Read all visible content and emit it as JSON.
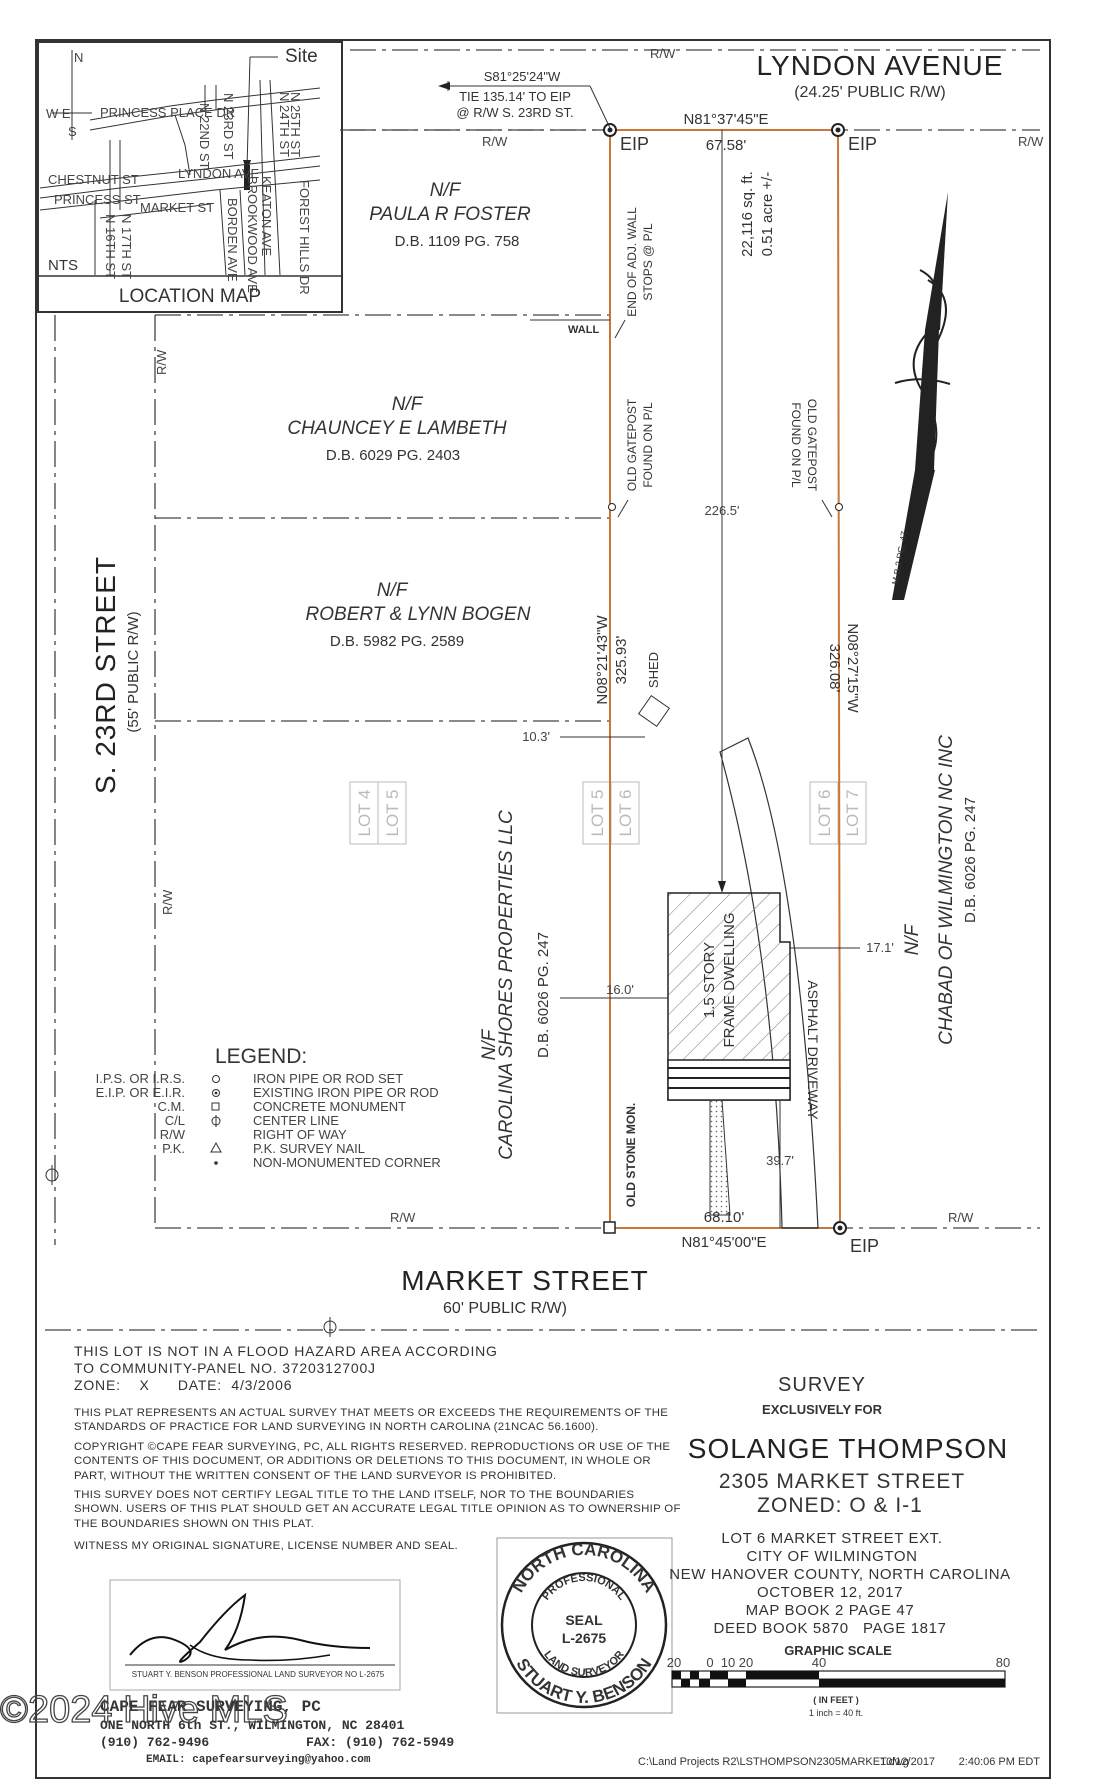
{
  "streets": {
    "lyndon": "LYNDON AVENUE",
    "lyndon_rw": "(24.25' PUBLIC R/W)",
    "s23rd": "S. 23RD STREET",
    "s23rd_rw": "(55' PUBLIC R/W)",
    "market": "MARKET STREET",
    "market_rw": "60' PUBLIC R/W)"
  },
  "rw_label": "R/W",
  "location_map": {
    "title": "LOCATION MAP",
    "site": "Site",
    "nts": "NTS",
    "north": "N",
    "west_east": "W    E",
    "south": "S",
    "streets": [
      "PRINCESS PLACE DR",
      "N 23RD ST",
      "N 22ND ST",
      "N 25TH ST",
      "N 24TH ST",
      "CHESTNUT ST",
      "PRINCESS ST",
      "LYNDON AVE",
      "MARKET ST",
      "N 16TH ST",
      "N 17TH ST",
      "BORDEN AVE",
      "BROOKWOOD AVE",
      "KEATON AVE",
      "FOREST HILLS DR"
    ]
  },
  "survey": {
    "tie_bearing": "S81°25'24\"W",
    "tie_text_1": "TIE 135.14' TO EIP",
    "tie_text_2": "@ R/W S. 23RD ST.",
    "north_bearing": "N81°37'45\"E",
    "north_dist": "67.58'",
    "south_bearing": "N81°45'00\"E",
    "south_dist": "68.10'",
    "west_bearing": "N08°21'43\"W",
    "west_dist": "325.93'",
    "east_bearing": "N08°27'15\"W",
    "east_dist": "326.08'",
    "area_1": "22,116 sq. ft.",
    "area_2": "0.51 acre +/-",
    "eip": "EIP",
    "depth": "226.5'",
    "shed": "SHED",
    "shed_offset": "10.3'",
    "offset_west": "16.0'",
    "offset_east": "17.1'",
    "offset_south": "39.7'",
    "dwelling_1": "1.5 STORY",
    "dwelling_2": "FRAME DWELLING",
    "driveway": "ASPHALT DRIVEWAY",
    "wall": "WALL",
    "wall_note_1": "END OF ADJ. WALL",
    "wall_note_2": "STOPS @ P/L",
    "gatepost_1": "OLD GATEPOST",
    "gatepost_2": "FOUND ON P/L",
    "stone_mon": "OLD STONE MON.",
    "mb_ref": "M.B.2 PG. 47"
  },
  "neighbors": [
    {
      "nf": "N/F",
      "name": "PAULA R FOSTER",
      "deed": "D.B. 1109 PG. 758"
    },
    {
      "nf": "N/F",
      "name": "CHAUNCEY E LAMBETH",
      "deed": "D.B. 6029 PG. 2403"
    },
    {
      "nf": "N/F",
      "name": "ROBERT & LYNN BOGEN",
      "deed": "D.B. 5982 PG. 2589"
    },
    {
      "nf": "N/F",
      "name": "CAROLINA SHORES PROPERTIES LLC",
      "deed": "D.B. 6026 PG. 247"
    },
    {
      "nf": "N/F",
      "name": "CHABAD OF WILMINGTON NC INC",
      "deed": "D.B. 6026 PG. 247"
    }
  ],
  "lots": {
    "lot4": "LOT 4",
    "lot5": "LOT 5",
    "lot6": "LOT 6",
    "lot7": "LOT 7"
  },
  "legend": {
    "title": "LEGEND:",
    "items": [
      {
        "abbr": "I.P.S. OR I.R.S.",
        "desc": "IRON PIPE OR ROD SET"
      },
      {
        "abbr": "E.I.P. OR E.I.R.",
        "desc": "EXISTING IRON PIPE OR ROD"
      },
      {
        "abbr": "C.M.",
        "desc": "CONCRETE MONUMENT"
      },
      {
        "abbr": "C/L",
        "desc": "CENTER LINE"
      },
      {
        "abbr": "R/W",
        "desc": "RIGHT OF WAY"
      },
      {
        "abbr": "P.K.",
        "desc": "P.K. SURVEY NAIL"
      },
      {
        "abbr": "",
        "desc": "NON-MONUMENTED CORNER"
      }
    ]
  },
  "flood": {
    "line1": "THIS LOT IS NOT IN A FLOOD HAZARD AREA ACCORDING",
    "line2": "TO COMMUNITY-PANEL NO. 3720312700J",
    "line3": "ZONE:    X      DATE:  4/3/2006"
  },
  "notes": {
    "p1": "THIS PLAT REPRESENTS AN ACTUAL SURVEY THAT MEETS OR EXCEEDS THE REQUIREMENTS OF THE STANDARDS OF PRACTICE FOR LAND SURVEYING IN NORTH CAROLINA (21NCAC 56.1600).",
    "p2": "COPYRIGHT ©CAPE FEAR SURVEYING, PC, ALL RIGHTS RESERVED.  REPRODUCTIONS OR USE OF THE CONTENTS OF THIS DOCUMENT, OR ADDITIONS OR DELETIONS TO THIS DOCUMENT, IN WHOLE OR PART, WITHOUT THE WRITTEN CONSENT OF THE LAND SURVEYOR IS PROHIBITED.",
    "p3": "THIS SURVEY DOES NOT CERTIFY LEGAL TITLE TO THE LAND ITSELF, NOR TO THE BOUNDARIES SHOWN.  USERS OF THIS PLAT SHOULD GET AN ACCURATE LEGAL TITLE OPINION AS TO OWNERSHIP OF THE BOUNDARIES SHOWN ON THIS PLAT.",
    "p4": "WITNESS MY ORIGINAL SIGNATURE, LICENSE NUMBER AND SEAL."
  },
  "signature_caption": "STUART Y. BENSON PROFESSIONAL LAND SURVEYOR NO L-2675",
  "seal": {
    "top": "NORTH CAROLINA",
    "professional": "PROFESSIONAL",
    "land_surveyor": "LAND SURVEYOR",
    "bottom": "STUART Y. BENSON",
    "seal": "SEAL",
    "number": "L-2675"
  },
  "title_block": {
    "survey": "SURVEY",
    "exclusively": "EXCLUSIVELY FOR",
    "client": "SOLANGE THOMPSON",
    "address": "2305 MARKET STREET",
    "zoned": "ZONED:  O & I-1",
    "lot": "LOT 6 MARKET STREET EXT.",
    "city": "CITY OF WILMINGTON",
    "county": "NEW HANOVER COUNTY, NORTH CAROLINA",
    "date": "OCTOBER 12, 2017",
    "map_book": "MAP BOOK 2 PAGE 47",
    "deed_book": "DEED BOOK 5870   PAGE 1817",
    "graphic_scale": "GRAPHIC SCALE"
  },
  "scale": {
    "ticks": [
      "20",
      "0",
      "10",
      "20",
      "40",
      "80"
    ],
    "in_feet": "( IN FEET )",
    "ratio": "1 inch = 40  ft."
  },
  "company": {
    "name": "CAPE FEAR SURVEYING, PC",
    "address": "ONE NORTH 6th ST., WILMINGTON, NC 28401",
    "phone": "(910) 762-9496",
    "fax": "FAX: (910) 762-5949",
    "email": "EMAIL: capefearsurveying@yahoo.com"
  },
  "file_path": "C:\\Land Projects R2\\LSTHOMPSON2305MARKET.dwg",
  "file_date": "10/12/2017",
  "file_time": "2:40:06 PM EDT",
  "watermark": "©2024 Hive MLS"
}
